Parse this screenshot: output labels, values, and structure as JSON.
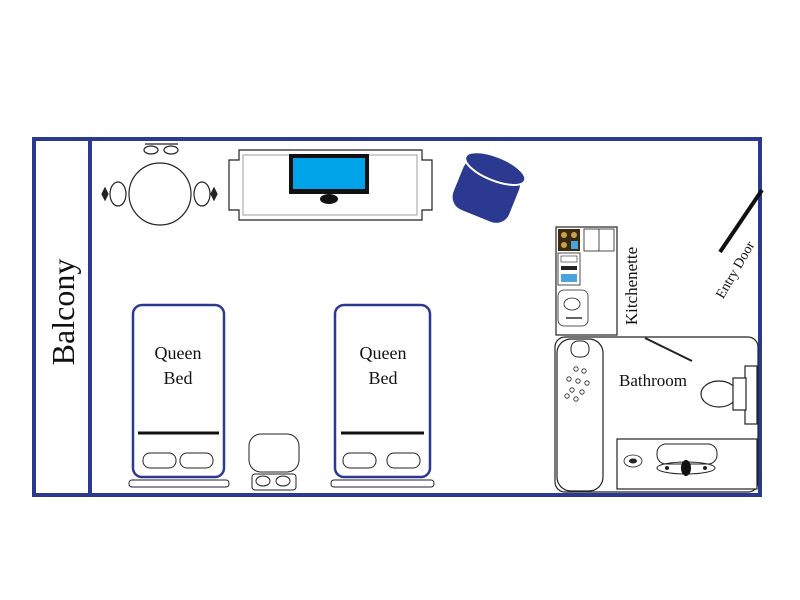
{
  "rooms": {
    "balcony": "Balcony",
    "kitchenette": "Kitchenette",
    "bathroom": "Bathroom",
    "entry_door": "Entry Door"
  },
  "beds": [
    {
      "line1": "Queen",
      "line2": "Bed"
    },
    {
      "line1": "Queen",
      "line2": "Bed"
    }
  ],
  "colors": {
    "wall": "#2b3990",
    "tv_screen": "#00a2e8",
    "chair": "#2b3990",
    "line": "#222222"
  }
}
